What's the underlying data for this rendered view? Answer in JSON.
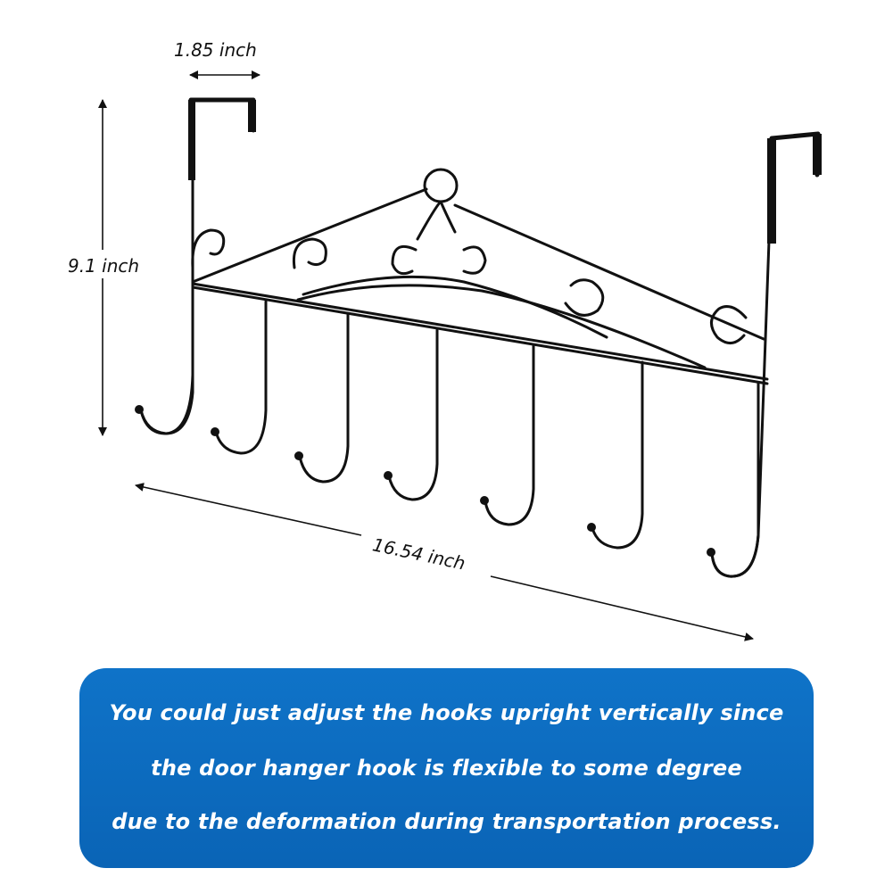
{
  "dimensions": {
    "width_top": "1.85 inch",
    "height": "9.1 inch",
    "length": "16.54 inch"
  },
  "note": {
    "lines": [
      "You could just adjust the hooks upright vertically since",
      "the door hanger hook is flexible to some degree",
      "due to the deformation during transportation process."
    ]
  },
  "colors": {
    "note_background": "#0a64b6",
    "note_text": "#ffffff",
    "metal": "#111111"
  }
}
